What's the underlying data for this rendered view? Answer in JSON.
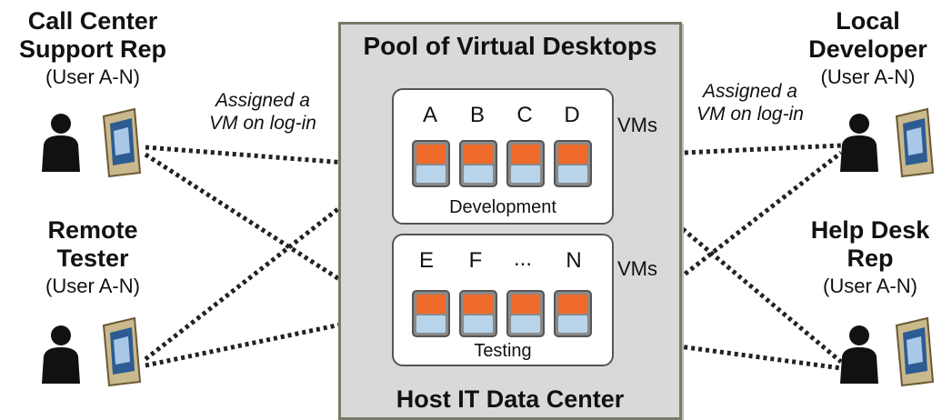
{
  "datacenter": {
    "pool_title": "Pool of Virtual Desktops",
    "title": "Host IT Data Center"
  },
  "groups": {
    "development": {
      "name": "Development",
      "vm_labels": [
        "A",
        "B",
        "C",
        "D"
      ],
      "vms_label": "VMs"
    },
    "testing": {
      "name": "Testing",
      "vm_labels": [
        "E",
        "F",
        "...",
        "N"
      ],
      "vms_label": "VMs"
    }
  },
  "users": {
    "call_center": {
      "role_line1": "Call Center",
      "role_line2": "Support Rep",
      "sub": "(User A-N)"
    },
    "remote_tester": {
      "role_line1": "Remote",
      "role_line2": "Tester",
      "sub": "(User A-N)"
    },
    "local_developer": {
      "role_line1": "Local",
      "role_line2": "Developer",
      "sub": "(User A-N)"
    },
    "help_desk": {
      "role_line1": "Help Desk",
      "role_line2": "Rep",
      "sub": "(User A-N)"
    }
  },
  "annotations": {
    "left": {
      "line1": "Assigned a",
      "line2": "VM on log-in"
    },
    "right": {
      "line1": "Assigned a",
      "line2": "VM on log-in"
    }
  },
  "colors": {
    "vm_top": "#f06a2c",
    "vm_bottom": "#b7d4ea",
    "datacenter_bg": "#d9d9d9",
    "connector": "#222222"
  },
  "icons": {
    "user": "person-silhouette-icon",
    "desktop": "monitor-icon"
  }
}
